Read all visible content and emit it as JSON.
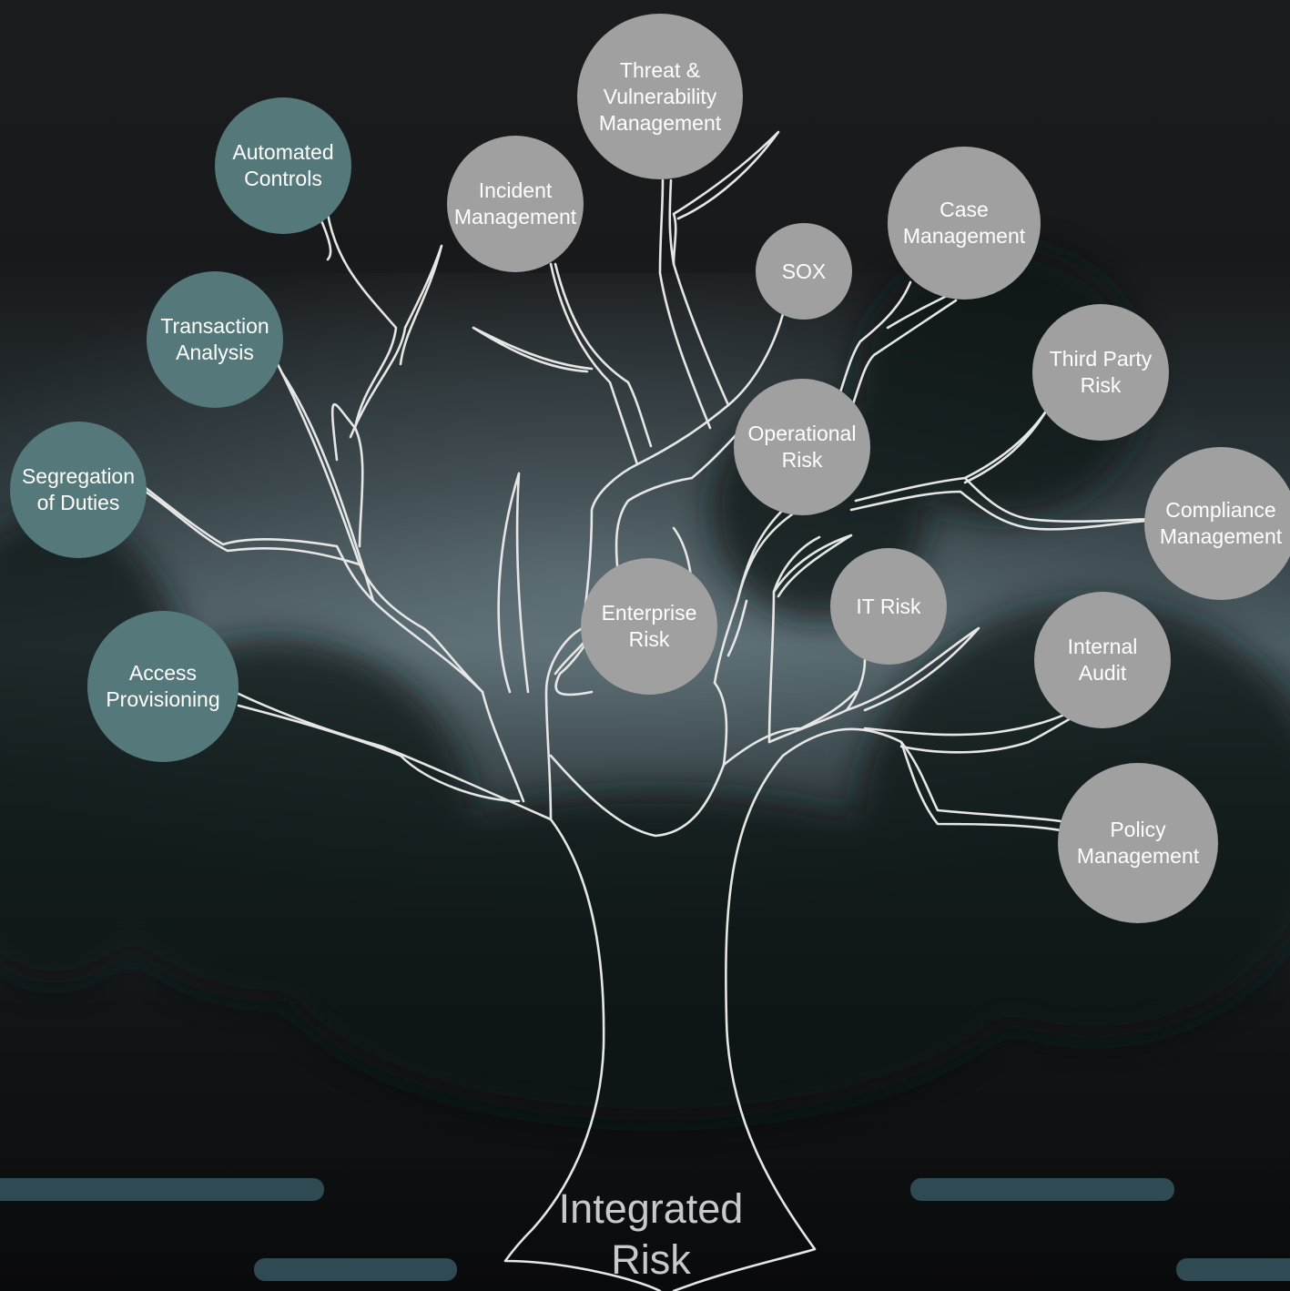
{
  "diagram": {
    "trunk_label": "Integrated\nRisk",
    "colors": {
      "teal_node": "#55797b",
      "gray_node": "#a0a0a0",
      "branch_outline": "#e6e6e6",
      "accent_bar": "#2f4a52"
    },
    "nodes": [
      {
        "id": "automated-controls",
        "label": "Automated\nControls",
        "group": "teal"
      },
      {
        "id": "transaction-analysis",
        "label": "Transaction\nAnalysis",
        "group": "teal"
      },
      {
        "id": "segregation-of-duties",
        "label": "Segregation\nof Duties",
        "group": "teal"
      },
      {
        "id": "access-provisioning",
        "label": "Access\nProvisioning",
        "group": "teal"
      },
      {
        "id": "incident-management",
        "label": "Incident\nManagement",
        "group": "gray"
      },
      {
        "id": "threat-vulnerability-management",
        "label": "Threat &\nVulnerability\nManagement",
        "group": "gray"
      },
      {
        "id": "sox",
        "label": "SOX",
        "group": "gray"
      },
      {
        "id": "case-management",
        "label": "Case\nManagement",
        "group": "gray"
      },
      {
        "id": "third-party-risk",
        "label": "Third Party\nRisk",
        "group": "gray"
      },
      {
        "id": "operational-risk",
        "label": "Operational\nRisk",
        "group": "gray"
      },
      {
        "id": "compliance-management",
        "label": "Compliance\nManagement",
        "group": "gray"
      },
      {
        "id": "enterprise-risk",
        "label": "Enterprise\nRisk",
        "group": "gray"
      },
      {
        "id": "it-risk",
        "label": "IT Risk",
        "group": "gray"
      },
      {
        "id": "internal-audit",
        "label": "Internal\nAudit",
        "group": "gray"
      },
      {
        "id": "policy-management",
        "label": "Policy\nManagement",
        "group": "gray"
      }
    ]
  }
}
